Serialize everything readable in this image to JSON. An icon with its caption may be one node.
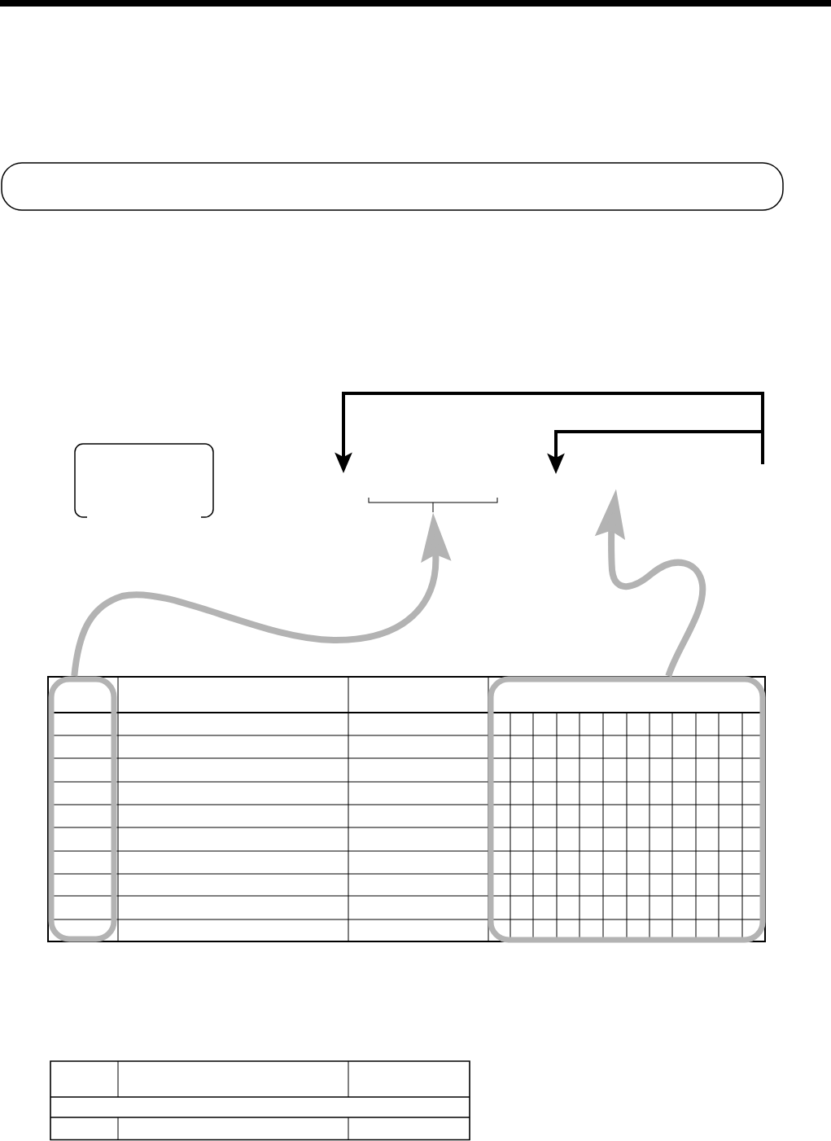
{
  "diagram": {
    "nodes": [
      {
        "text": [],
        "shape": "box"
      },
      {
        "text": [],
        "shape": "box"
      },
      {
        "text": [],
        "shape": "bracket"
      },
      {
        "text": [],
        "shape": "box"
      },
      {
        "text": [],
        "shape": "box"
      }
    ],
    "edges": [
      {
        "from": 3,
        "to": 2,
        "arrow": "to",
        "color": "#b3b3b3"
      },
      {
        "from": 4,
        "to": null,
        "arrow": "to",
        "color": "#b3b3b3"
      }
    ]
  }
}
